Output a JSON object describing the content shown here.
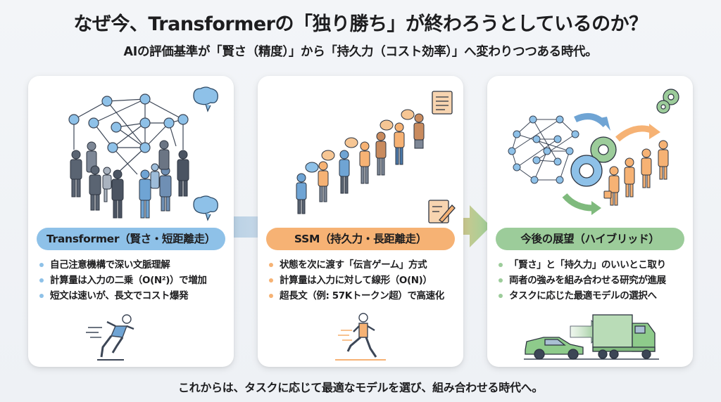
{
  "header": {
    "title": "なぜ今、Transformerの「独り勝ち」が終わろうとしているのか？",
    "subtitle": "AIの評価基準が「賢さ（精度）」から「持久力（コスト効率）」へ変わりつつある時代。"
  },
  "colors": {
    "transformer": "#8ec1e8",
    "ssm": "#f6b274",
    "hybrid": "#9ccc9a"
  },
  "cards": [
    {
      "label": "Transformer（賢さ・短距離走）",
      "illustration": "network-people-circle",
      "icons": [
        "brain-icon",
        "brain-icon"
      ],
      "bullets": [
        "自己注意機構で深い文脈理解",
        "計算量は入力の二乗（O(N²)）で増加",
        "短文は速いが、長文でコスト爆発"
      ],
      "footer_icon": "sprinter-icon"
    },
    {
      "label": "SSM（持久力・長距離走）",
      "illustration": "telephone-game-line",
      "icons": [
        "notepad-icon",
        "notepad-pencil-icon"
      ],
      "bullets": [
        "状態を次に渡す「伝言ゲーム」方式",
        "計算量は入力に対して線形（O(N)）",
        "超長文（例: 57Kトークン超）で高速化"
      ],
      "footer_icon": "runner-icon"
    },
    {
      "label": "今後の展望（ハイブリッド）",
      "illustration": "network-gears-people",
      "icons": [
        "gears-icon"
      ],
      "bullets": [
        "「賢さ」と「持久力」のいいとこ取り",
        "両者の強みを組み合わせる研究が進展",
        "タスクに応じた最適モデルの選択へ"
      ],
      "footer_icon": "car-truck-icon"
    }
  ],
  "footer": {
    "text": "これからは、タスクに応じて最適なモデルを選び、組み合わせる時代へ。"
  }
}
